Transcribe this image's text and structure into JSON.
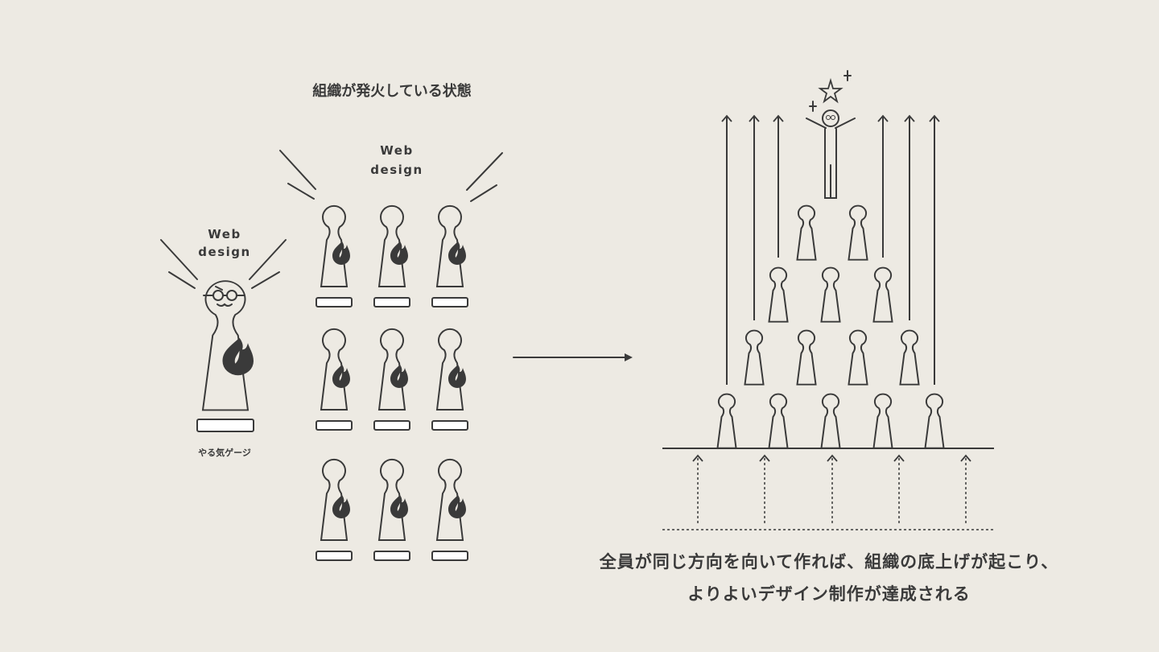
{
  "title": "組織が発火している状態",
  "web_design_group": [
    "Web",
    "design"
  ],
  "web_design_single": [
    "Web",
    "design"
  ],
  "motivation_gauge_label": "やる気ゲージ",
  "conclusion": [
    "全員が同じ方向を向いて作れば、組織の底上げが起こり、",
    "よりよいデザイン制作が達成される"
  ],
  "colors": {
    "background": "#edeae3",
    "ink": "#3a3a3a",
    "gauge_fill": "#ffffff"
  }
}
